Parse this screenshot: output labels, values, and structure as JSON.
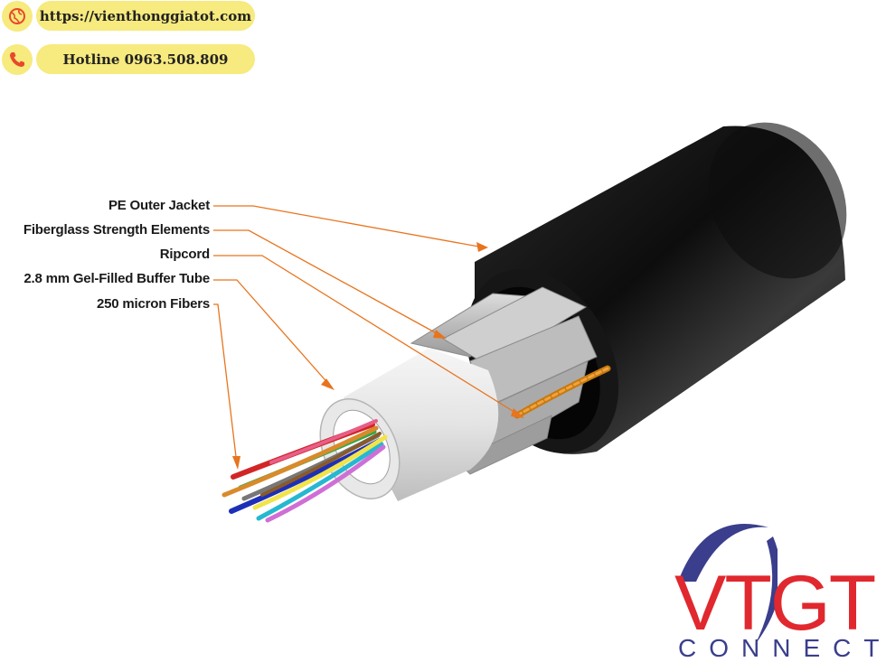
{
  "header": {
    "website": "https://vienthonggiatot.com",
    "hotline": "Hotline 0963.508.809",
    "website_icon": "globe-icon",
    "hotline_icon": "phone-icon"
  },
  "diagram": {
    "labels": {
      "jacket": "PE Outer Jacket",
      "strength": "Fiberglass Strength Elements",
      "ripcord": "Ripcord",
      "tube": "2.8 mm Gel-Filled Buffer Tube",
      "fibers": "250 micron Fibers"
    }
  },
  "logo": {
    "brand": "VTGT",
    "sub": "CONNECT"
  },
  "colors": {
    "pill": "#f7ea7e",
    "icon": "#e8482b",
    "leader": "#e8741e",
    "jacket": "#111111",
    "brand_red": "#e0282e",
    "brand_blue": "#3a3e8c"
  }
}
